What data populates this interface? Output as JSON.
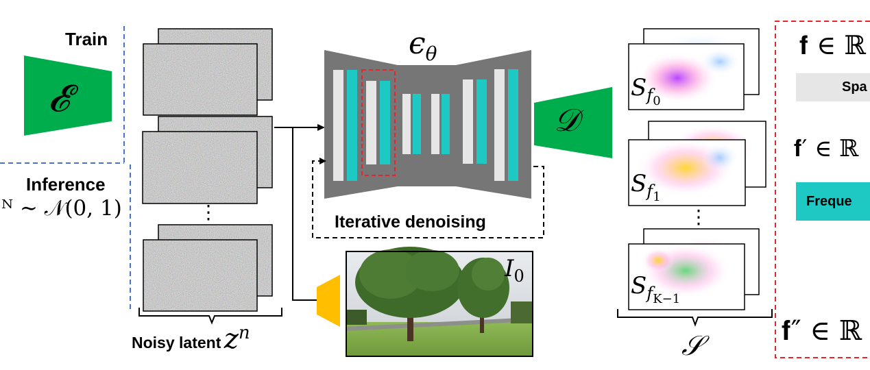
{
  "left": {
    "train_label": "Train",
    "encoder_symbol": "𝓔",
    "inference_label": "Inference",
    "inference_formula": "ᴺ ∼ 𝒩(0, 1)"
  },
  "latents": {
    "dots": "⋮",
    "label": "Noisy latent",
    "symbol": "z",
    "symbol_sup": "n"
  },
  "unet": {
    "symbol": "ϵ",
    "symbol_sub": "θ",
    "loop_label": "Iterative denoising"
  },
  "image": {
    "symbol": "I",
    "symbol_sub": "0"
  },
  "decoder": {
    "symbol": "𝒟"
  },
  "spectra": {
    "items": [
      {
        "symbol": "S",
        "sub": "f",
        "subsub": "0"
      },
      {
        "symbol": "S",
        "sub": "f",
        "subsub": "1"
      },
      {
        "symbol": "S",
        "sub": "f",
        "subsub": "K−1"
      }
    ],
    "dots": "⋮",
    "set_symbol": "𝒮"
  },
  "right_panel": {
    "f_line": "𝐟 ∈ ℝ",
    "spatial_label": "Spa",
    "f_prime_line": "𝐟′ ∈ ℝ",
    "frequency_label": "Freque",
    "f_dprime_line": "𝐟″ ∈ ℝ"
  },
  "colors": {
    "green": "#00ad4d",
    "teal": "#1ec8c3",
    "unet_gray": "#767676",
    "yellow": "#ffbf00",
    "blue_dash": "#4a72c8",
    "red_dash": "#e3262a"
  }
}
